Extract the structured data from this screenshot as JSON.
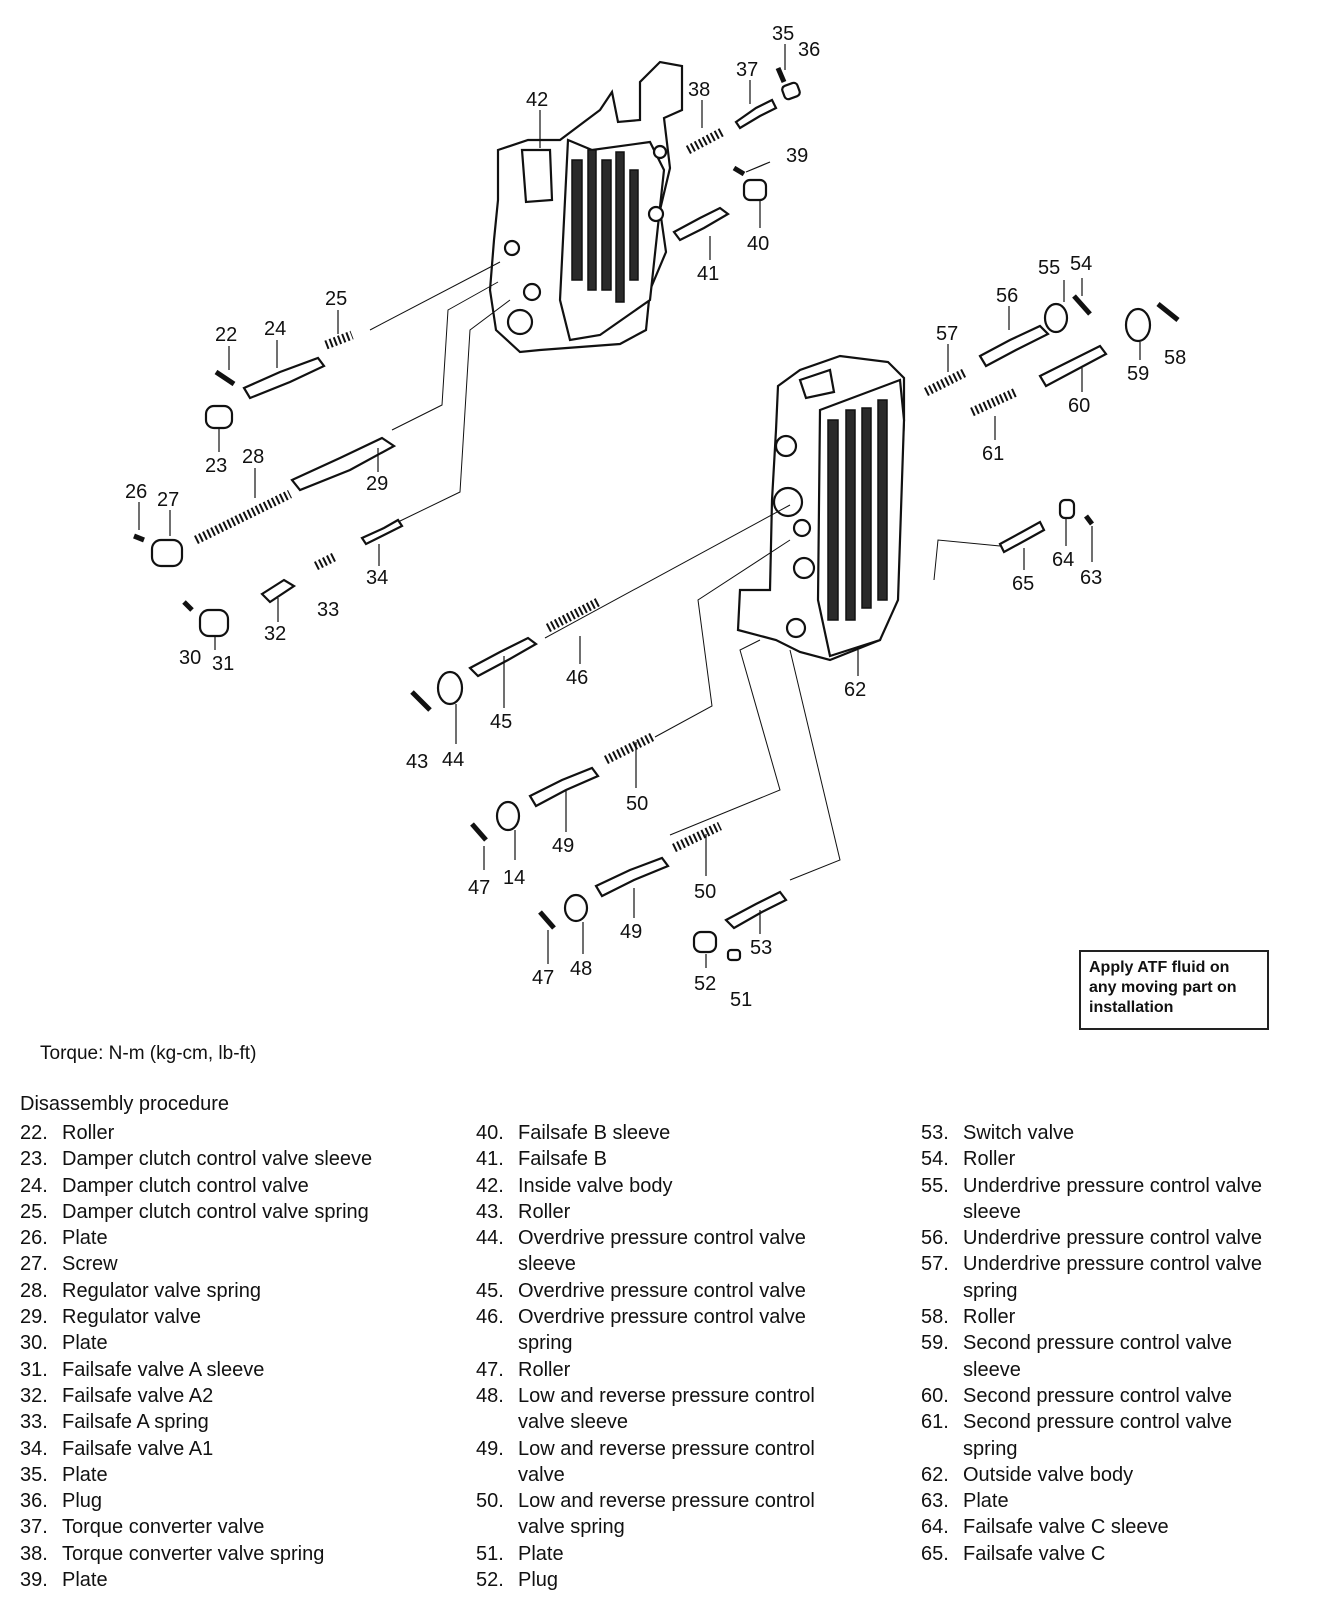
{
  "callouts": [
    {
      "id": "c14",
      "text": "14"
    },
    {
      "id": "c22",
      "text": "22"
    },
    {
      "id": "c23",
      "text": "23"
    },
    {
      "id": "c24",
      "text": "24"
    },
    {
      "id": "c25",
      "text": "25"
    },
    {
      "id": "c26",
      "text": "26"
    },
    {
      "id": "c27",
      "text": "27"
    },
    {
      "id": "c28",
      "text": "28"
    },
    {
      "id": "c29",
      "text": "29"
    },
    {
      "id": "c30",
      "text": "30"
    },
    {
      "id": "c31",
      "text": "31"
    },
    {
      "id": "c32",
      "text": "32"
    },
    {
      "id": "c33",
      "text": "33"
    },
    {
      "id": "c34",
      "text": "34"
    },
    {
      "id": "c35",
      "text": "35"
    },
    {
      "id": "c36",
      "text": "36"
    },
    {
      "id": "c37",
      "text": "37"
    },
    {
      "id": "c38",
      "text": "38"
    },
    {
      "id": "c39",
      "text": "39"
    },
    {
      "id": "c40",
      "text": "40"
    },
    {
      "id": "c41",
      "text": "41"
    },
    {
      "id": "c42",
      "text": "42"
    },
    {
      "id": "c43",
      "text": "43"
    },
    {
      "id": "c44",
      "text": "44"
    },
    {
      "id": "c45",
      "text": "45"
    },
    {
      "id": "c46",
      "text": "46"
    },
    {
      "id": "c47a",
      "text": "47"
    },
    {
      "id": "c47b",
      "text": "47"
    },
    {
      "id": "c48",
      "text": "48"
    },
    {
      "id": "c49a",
      "text": "49"
    },
    {
      "id": "c49b",
      "text": "49"
    },
    {
      "id": "c50a",
      "text": "50"
    },
    {
      "id": "c50b",
      "text": "50"
    },
    {
      "id": "c51",
      "text": "51"
    },
    {
      "id": "c52",
      "text": "52"
    },
    {
      "id": "c53",
      "text": "53"
    },
    {
      "id": "c54",
      "text": "54"
    },
    {
      "id": "c55",
      "text": "55"
    },
    {
      "id": "c56",
      "text": "56"
    },
    {
      "id": "c57",
      "text": "57"
    },
    {
      "id": "c58",
      "text": "58"
    },
    {
      "id": "c59",
      "text": "59"
    },
    {
      "id": "c60",
      "text": "60"
    },
    {
      "id": "c61",
      "text": "61"
    },
    {
      "id": "c62",
      "text": "62"
    },
    {
      "id": "c63",
      "text": "63"
    },
    {
      "id": "c64",
      "text": "64"
    },
    {
      "id": "c65",
      "text": "65"
    }
  ],
  "note_lines": [
    "Apply ATF fluid on",
    "any moving part on",
    "installation"
  ],
  "torque_label": "Torque: N-m (kg-cm, lb-ft)",
  "procedure_title": "Disassembly procedure",
  "parts_col1": [
    {
      "num": "22.",
      "lines": [
        "Roller"
      ]
    },
    {
      "num": "23.",
      "lines": [
        "Damper clutch control valve sleeve"
      ]
    },
    {
      "num": "24.",
      "lines": [
        "Damper clutch control valve"
      ]
    },
    {
      "num": "25.",
      "lines": [
        "Damper clutch control valve spring"
      ]
    },
    {
      "num": "26.",
      "lines": [
        "Plate"
      ]
    },
    {
      "num": "27.",
      "lines": [
        "Screw"
      ]
    },
    {
      "num": "28.",
      "lines": [
        "Regulator valve spring"
      ]
    },
    {
      "num": "29.",
      "lines": [
        "Regulator valve"
      ]
    },
    {
      "num": "30.",
      "lines": [
        "Plate"
      ]
    },
    {
      "num": "31.",
      "lines": [
        "Failsafe valve A sleeve"
      ]
    },
    {
      "num": "32.",
      "lines": [
        "Failsafe valve A2"
      ]
    },
    {
      "num": "33.",
      "lines": [
        "Failsafe A spring"
      ]
    },
    {
      "num": "34.",
      "lines": [
        "Failsafe valve A1"
      ]
    },
    {
      "num": "35.",
      "lines": [
        "Plate"
      ]
    },
    {
      "num": "36.",
      "lines": [
        "Plug"
      ]
    },
    {
      "num": "37.",
      "lines": [
        "Torque converter valve"
      ]
    },
    {
      "num": "38.",
      "lines": [
        "Torque converter valve spring"
      ]
    },
    {
      "num": "39.",
      "lines": [
        "Plate"
      ]
    }
  ],
  "parts_col2": [
    {
      "num": "40.",
      "lines": [
        "Failsafe B sleeve"
      ]
    },
    {
      "num": "41.",
      "lines": [
        "Failsafe B"
      ]
    },
    {
      "num": "42.",
      "lines": [
        "Inside valve body"
      ]
    },
    {
      "num": "43.",
      "lines": [
        "Roller"
      ]
    },
    {
      "num": "44.",
      "lines": [
        "Overdrive pressure control valve",
        "sleeve"
      ]
    },
    {
      "num": "45.",
      "lines": [
        "Overdrive pressure control valve"
      ]
    },
    {
      "num": "46.",
      "lines": [
        "Overdrive pressure control valve",
        "spring"
      ]
    },
    {
      "num": "47.",
      "lines": [
        "Roller"
      ]
    },
    {
      "num": "48.",
      "lines": [
        "Low and reverse pressure control",
        "valve sleeve"
      ]
    },
    {
      "num": "49.",
      "lines": [
        "Low and reverse pressure control",
        "valve"
      ]
    },
    {
      "num": "50.",
      "lines": [
        "Low and reverse pressure control",
        "valve spring"
      ]
    },
    {
      "num": "51.",
      "lines": [
        "Plate"
      ]
    },
    {
      "num": "52.",
      "lines": [
        "Plug"
      ]
    }
  ],
  "parts_col3": [
    {
      "num": "53.",
      "lines": [
        "Switch valve"
      ]
    },
    {
      "num": "54.",
      "lines": [
        "Roller"
      ]
    },
    {
      "num": "55.",
      "lines": [
        "Underdrive pressure control valve",
        "sleeve"
      ]
    },
    {
      "num": "56.",
      "lines": [
        "Underdrive pressure control valve"
      ]
    },
    {
      "num": "57.",
      "lines": [
        "Underdrive pressure control valve",
        "spring"
      ]
    },
    {
      "num": "58.",
      "lines": [
        "Roller"
      ]
    },
    {
      "num": "59.",
      "lines": [
        "Second pressure control valve",
        "sleeve"
      ]
    },
    {
      "num": "60.",
      "lines": [
        "Second pressure control valve"
      ]
    },
    {
      "num": "61.",
      "lines": [
        "Second pressure control valve",
        "spring"
      ]
    },
    {
      "num": "62.",
      "lines": [
        "Outside valve body"
      ]
    },
    {
      "num": "63.",
      "lines": [
        "Plate"
      ]
    },
    {
      "num": "64.",
      "lines": [
        "Failsafe valve C sleeve"
      ]
    },
    {
      "num": "65.",
      "lines": [
        "Failsafe valve C"
      ]
    }
  ]
}
